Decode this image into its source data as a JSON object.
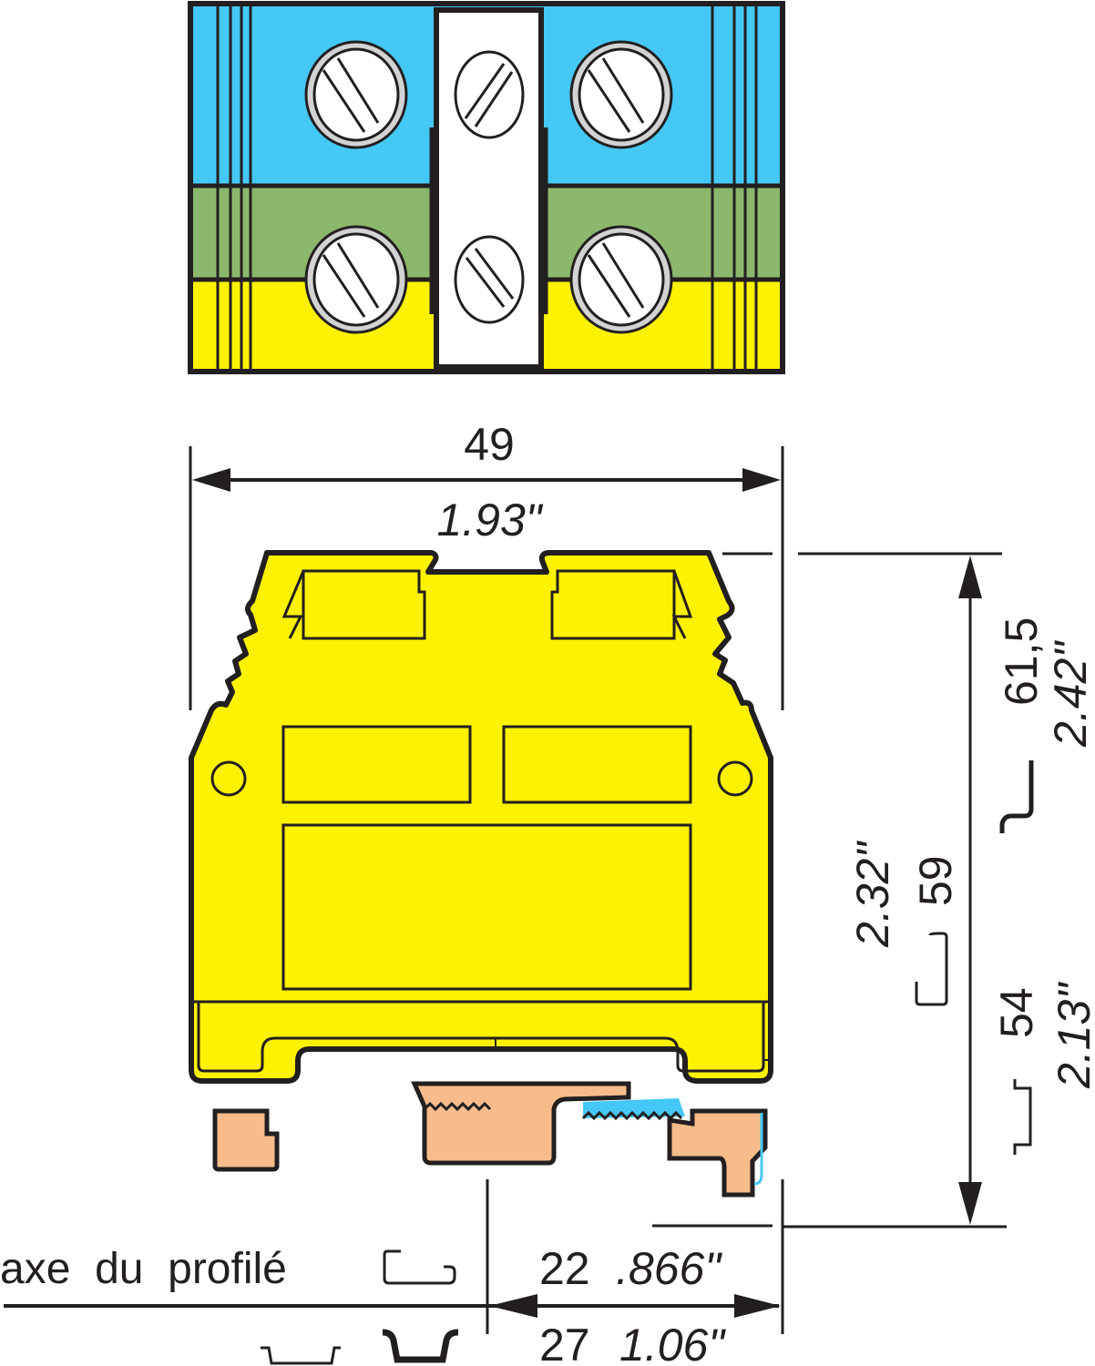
{
  "diagram": {
    "subject": "terminal block — top view and side view with dimensions",
    "colors": {
      "blue": "#45c8f5",
      "green": "#8bb86c",
      "yellow": "#fff200",
      "tan": "#f8bc8a",
      "screw_ring": "#d3d3d3",
      "line": "#231f20",
      "spring_blue": "#45c8f5"
    },
    "top_view": {
      "bands": [
        "blue",
        "green",
        "yellow"
      ],
      "screws": 6
    },
    "dimensions": {
      "width_mm": "49",
      "width_in": "1.93\"",
      "height_top_mm": "61,5",
      "height_top_in": "2.42\"",
      "height_mid_mm": "59",
      "height_mid_in": "2.32\"",
      "height_low_mm": "54",
      "height_low_in": "2.13\"",
      "offset_small_mm": "22",
      "offset_small_in": ".866\"",
      "offset_large_mm": "27",
      "offset_large_in": "1.06\""
    },
    "labels": {
      "rail_axis": "axe  du  profilé"
    }
  }
}
